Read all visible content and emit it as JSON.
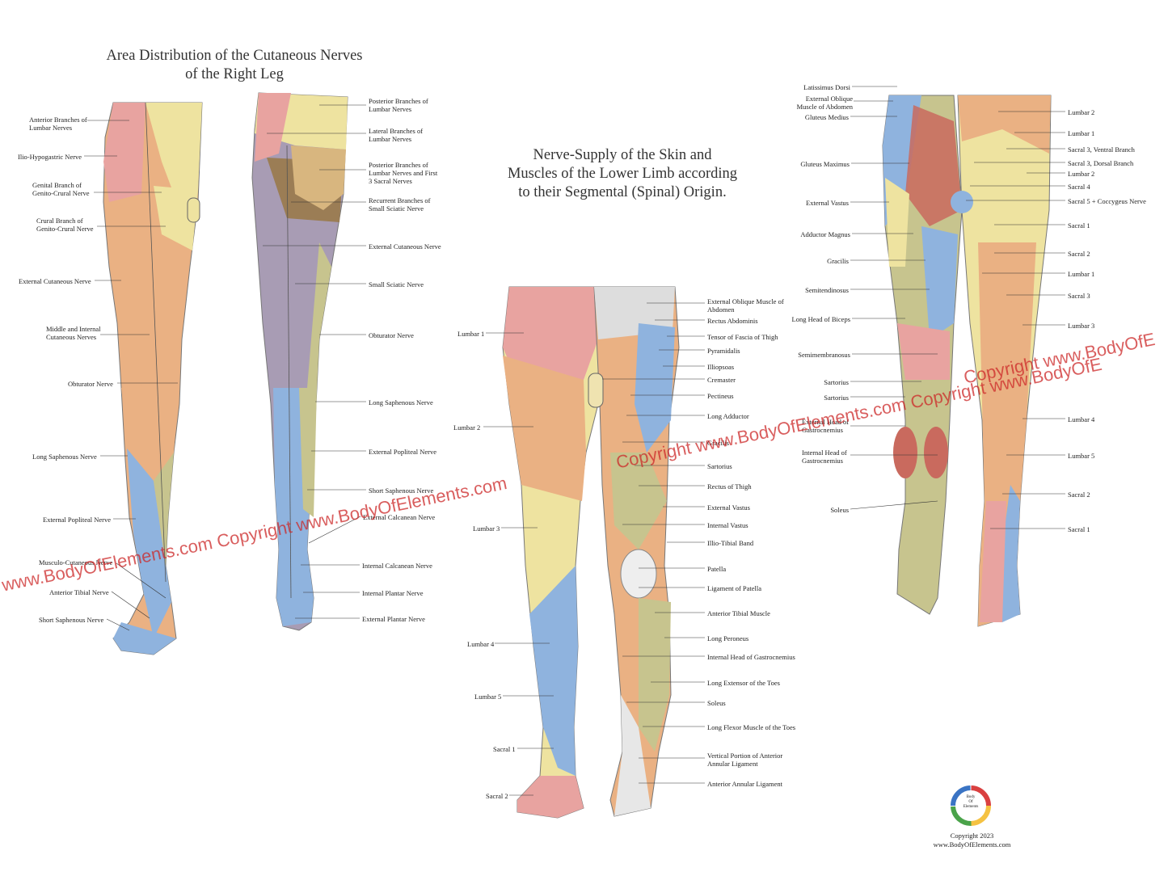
{
  "titles": {
    "left_line1": "Area Distribution of the Cutaneous Nerves",
    "left_line2": "of the Right Leg",
    "center_line1": "Nerve-Supply of the Skin and",
    "center_line2": "Muscles of the Lower Limb according",
    "center_line3": "to their Segmental (Spinal) Origin."
  },
  "left_front_labels": [
    "Anterior Branches of Lumbar Nerves",
    "Ilio-Hypogastric Nerve",
    "Genital Branch of Genito-Crural Nerve",
    "Crural Branch of Genito-Crural Nerve",
    "External Cutaneous Nerve",
    "Middle and Internal Cutaneous Nerves",
    "Obturator Nerve",
    "Long Saphenous Nerve",
    "External Popliteal Nerve",
    "Musculo-Cutaneous Nerve",
    "Anterior Tibial Nerve",
    "Short Saphenous Nerve"
  ],
  "left_back_labels": [
    "Posterior Branches of Lumbar Nerves",
    "Lateral Branches of Lumbar Nerves",
    "Posterior Branches of Lumbar Nerves and First 3 Sacral Nerves",
    "Recurrent Branches of Small Sciatic Nerve",
    "External Cutaneous Nerve",
    "Small Sciatic Nerve",
    "Obturator Nerve",
    "Long Saphenous Nerve",
    "External Popliteal Nerve",
    "Short Saphenous Nerve",
    "External Calcanean Nerve",
    "Internal Calcanean Nerve",
    "Internal Plantar Nerve",
    "External Plantar Nerve"
  ],
  "center_left_labels": [
    "Lumbar 1",
    "Lumbar 2",
    "Lumbar 3",
    "Lumbar 4",
    "Lumbar 5",
    "Sacral 1",
    "Sacral 2"
  ],
  "center_right_labels": [
    "External Oblique Muscle of Abdomen",
    "Rectus Abdominis",
    "Tensor of Fascia of Thigh",
    "Pyramidalis",
    "Illiopsoas",
    "Cremaster",
    "Pectineus",
    "Long Adductor",
    "Gracilis",
    "Sartorius",
    "Rectus of Thigh",
    "External Vastus",
    "Internal Vastus",
    "Illio-Tibial Band",
    "Patella",
    "Ligament of Patella",
    "Anterior Tibial Muscle",
    "Long Peroneus",
    "Internal Head of Gastrocnemius",
    "Long Extensor of the Toes",
    "Soleus",
    "Long Flexor Muscle of the Toes",
    "Vertical Portion of Anterior Annular Ligament",
    "Anterior Annular Ligament"
  ],
  "right_left_labels": [
    "Latissimus Dorsi",
    "External Oblique Muscle of Abdomen",
    "Gluteus Medius",
    "Gluteus Maximus",
    "External Vastus",
    "Adductor Magnus",
    "Gracilis",
    "Semitendinosus",
    "Long Head of Biceps",
    "Semimembranosus",
    "Sartorius",
    "Sartorius",
    "External Head of Gastrocnemius",
    "Internal Head of Gastrocnemius",
    "Soleus"
  ],
  "right_right_labels": [
    "Lumbar 2",
    "Lumbar 1",
    "Sacral 3, Ventral Branch",
    "Sacral 3, Dorsal Branch",
    "Lumbar 2",
    "Sacral 4",
    "Sacral 5 + Coccygeus Nerve",
    "Sacral 1",
    "Sacral 2",
    "Lumbar 1",
    "Sacral 3",
    "Lumbar 3",
    "Lumbar 4",
    "Lumbar 5",
    "Sacral 2",
    "Sacral 1"
  ],
  "watermark": {
    "text1": "www.BodyOfElements.com Copyright www.BodyOfElements.com",
    "text2": "Copyright www.BodyOfElements.com Copyright www.BodyOfE",
    "text3": "Copyright www.BodyOfE"
  },
  "logo": {
    "line1": "Body",
    "line2": "Of",
    "line3": "Elements"
  },
  "footer": {
    "copyright": "Copyright 2023",
    "website": "www.BodyOfElements.com"
  },
  "colors": {
    "pink": "#e8a3a0",
    "yellow": "#eee3a0",
    "orange": "#eab183",
    "blue": "#8fb3de",
    "olive": "#c7c48e",
    "purple": "#a89cb4",
    "brown": "#9b7d55",
    "tan": "#d8b67f",
    "muscle_red": "#c96a5e",
    "watermark": "#cc2828"
  }
}
